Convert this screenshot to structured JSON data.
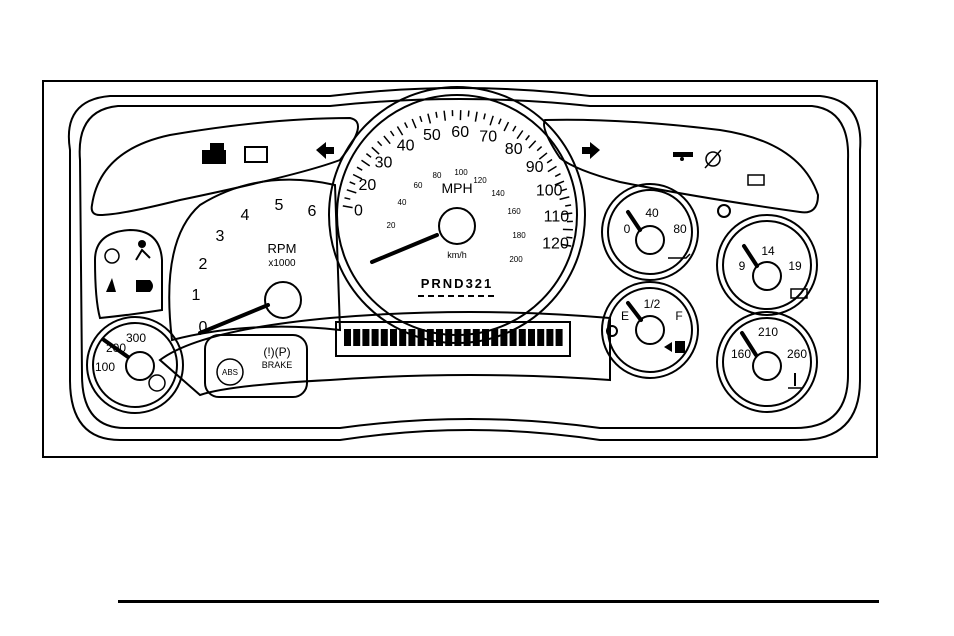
{
  "colors": {
    "ink": "#000000",
    "paper": "#ffffff"
  },
  "speedometer": {
    "unit_label": "MPH",
    "metric_unit_label": "km/h",
    "mph_ticks": [
      "0",
      "20",
      "30",
      "40",
      "50",
      "60",
      "70",
      "80",
      "90",
      "100",
      "110",
      "120"
    ],
    "inner_left_ticks": [
      "20",
      "40",
      "60",
      "80",
      "100"
    ],
    "kmh_ticks": [
      "120",
      "140",
      "160",
      "180",
      "200"
    ],
    "gear_indicator": "PRND321",
    "value_mph": 0
  },
  "tachometer": {
    "unit_label": "RPM",
    "scale_label": "x1000",
    "ticks": [
      "0",
      "1",
      "2",
      "3",
      "4",
      "5",
      "6"
    ],
    "value": 0
  },
  "oil_pressure_gauge": {
    "ticks": [
      "0",
      "40",
      "80"
    ],
    "icon": "oil-can-icon"
  },
  "fuel_gauge": {
    "ticks": [
      "E",
      "1/2",
      "F"
    ],
    "icon": "fuel-pump-icon"
  },
  "voltmeter": {
    "ticks": [
      "9",
      "14",
      "19"
    ],
    "icon": "battery-icon"
  },
  "temperature_gauge": {
    "ticks": [
      "160",
      "210",
      "260"
    ],
    "icon": "coolant-temp-icon"
  },
  "transmission_temp_gauge": {
    "ticks": [
      "100",
      "200",
      "300"
    ],
    "icon": "transmission-temp-icon"
  },
  "warning_lights": {
    "abs_label": "ABS",
    "brake_label": "BRAKE",
    "brake_symbol": "(!)(P)"
  },
  "icons": [
    "security-icon",
    "check-engine-icon",
    "left-turn-arrow-icon",
    "right-turn-arrow-icon",
    "trailer-icon",
    "service-icon",
    "battery-warning-icon",
    "cruise-icon",
    "airbag-icon",
    "seatbelt-icon",
    "headlamp-icon"
  ]
}
